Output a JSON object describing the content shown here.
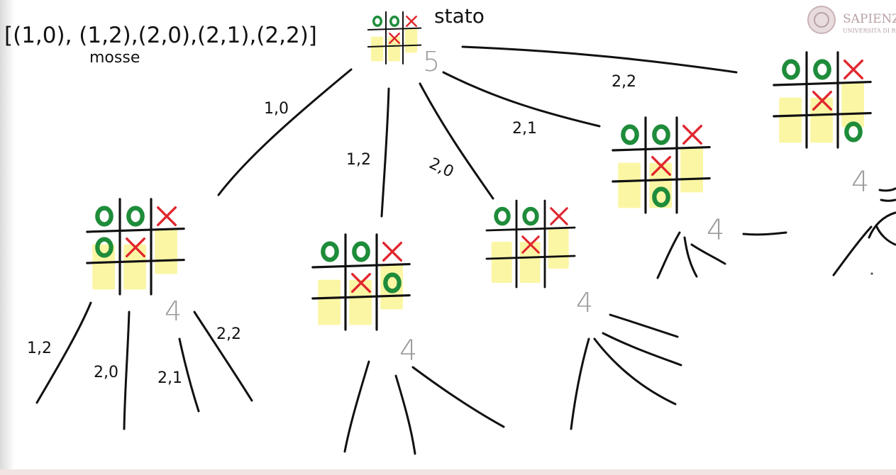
{
  "header": {
    "moves_list": "[(1,0), (1,2),(2,0),(2,1),(2,2)]",
    "moves_label": "mosse",
    "state_label": "stato"
  },
  "logo": {
    "text": "SAPIENZA",
    "subtext": "UNIVERSITÀ DI ROMA",
    "color": "#b9a1a4"
  },
  "colors": {
    "ink": "#111111",
    "o_mark": "#1e8c3a",
    "x_mark": "#e0262e",
    "highlight": "#fbf59a",
    "grey_value": "#9a9a9a"
  },
  "tree": {
    "root": {
      "name": "root-board",
      "cells": [
        [
          "O",
          "O",
          "X"
        ],
        [
          "",
          "X",
          ""
        ],
        [
          "",
          "",
          ""
        ]
      ],
      "value": "5"
    },
    "edges": [
      {
        "name": "edge-1-0",
        "label": "1,0"
      },
      {
        "name": "edge-1-2",
        "label": "1,2"
      },
      {
        "name": "edge-2-0",
        "label": "2,0"
      },
      {
        "name": "edge-2-1",
        "label": "2,1"
      },
      {
        "name": "edge-2-2",
        "label": "2,2"
      }
    ],
    "children": [
      {
        "name": "child-board-1-0",
        "cells": [
          [
            "O",
            "O",
            "X"
          ],
          [
            "O",
            "X",
            ""
          ],
          [
            "",
            "",
            ""
          ]
        ],
        "value": "4"
      },
      {
        "name": "child-board-1-2",
        "cells": [
          [
            "O",
            "O",
            "X"
          ],
          [
            "",
            "X",
            "O"
          ],
          [
            "",
            "",
            ""
          ]
        ],
        "value": "4"
      },
      {
        "name": "child-board-2-0",
        "cells": [
          [
            "O",
            "O",
            "X"
          ],
          [
            "",
            "X",
            ""
          ],
          [
            "",
            "",
            ""
          ]
        ],
        "value": "4"
      },
      {
        "name": "child-board-2-1",
        "cells": [
          [
            "O",
            "O",
            "X"
          ],
          [
            "",
            "X",
            ""
          ],
          [
            "",
            "O",
            ""
          ]
        ],
        "value": "4"
      },
      {
        "name": "child-board-2-2",
        "cells": [
          [
            "O",
            "O",
            "X"
          ],
          [
            "",
            "X",
            ""
          ],
          [
            "",
            "",
            "O"
          ]
        ],
        "value": "4"
      }
    ],
    "grandchild_edges": [
      {
        "name": "edge-gc-1-2",
        "label": "1,2"
      },
      {
        "name": "edge-gc-2-0",
        "label": "2,0"
      },
      {
        "name": "edge-gc-2-1",
        "label": "2,1"
      },
      {
        "name": "edge-gc-2-2",
        "label": "2,2"
      }
    ]
  }
}
